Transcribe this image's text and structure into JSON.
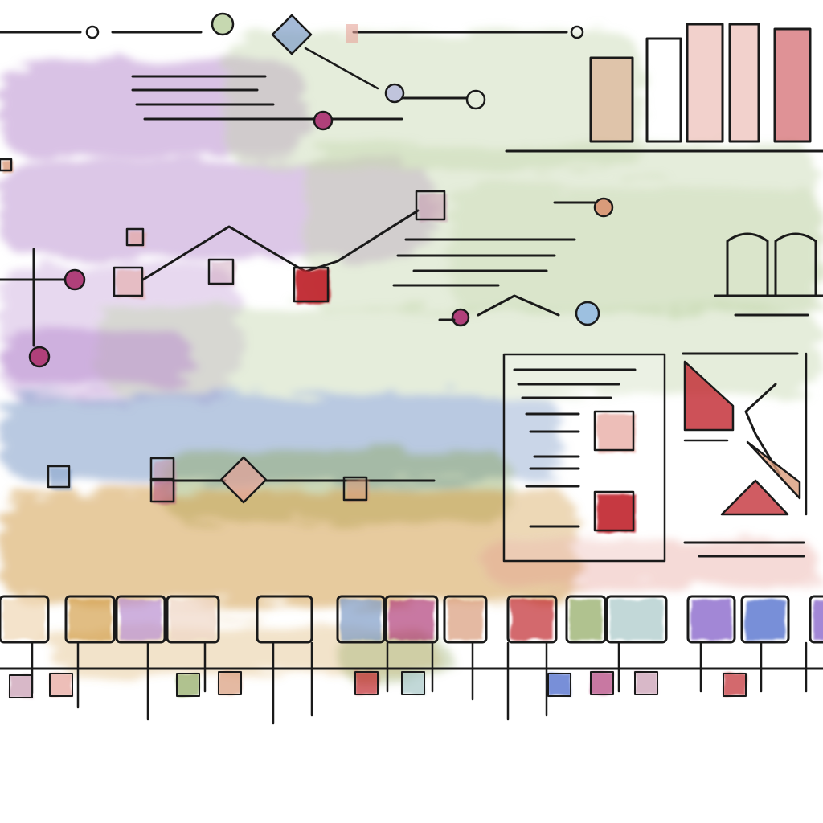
{
  "palette": {
    "ink": "#1a1a1a",
    "lavender": "#b98fd0",
    "sage": "#c6d8b0",
    "slate_blue": "#7f9cc8",
    "ochre": "#d4a14e",
    "rose": "#e6a39a",
    "crimson": "#c0262e",
    "plum": "#b0407a",
    "violet": "#7a55c4",
    "cobalt": "#3f5fc8",
    "tan": "#d99b7a",
    "teal_gray": "#a8c8c8",
    "olive": "#8fa860",
    "mauve": "#c79ab0"
  },
  "icons": [
    "diagram-node-circle",
    "diagram-node-diamond",
    "diagram-node-square",
    "bar-chart-icon",
    "document-icon",
    "book-icon",
    "timeline-icon"
  ]
}
